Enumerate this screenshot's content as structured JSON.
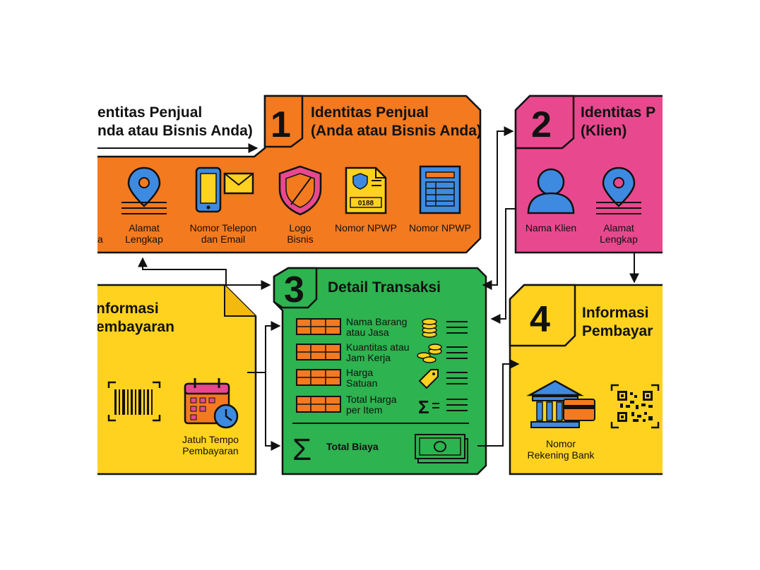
{
  "colors": {
    "orange": "#F47A1F",
    "pink": "#E8488E",
    "green": "#2DB34F",
    "yellow": "#FFD21F",
    "outline": "#111111",
    "icon_blue": "#3E8AE0"
  },
  "top_left_partial": {
    "line1": "entitas Penjual",
    "line2": "nda atau Bisnis Anda)"
  },
  "section1": {
    "number": "1",
    "title_line1": "Identitas Penjual",
    "title_line2": "(Anda atau Bisnis Anda)",
    "items": [
      {
        "icon": "map-pin-icon",
        "line1": "a",
        "line2": ""
      },
      {
        "icon": "map-pin-icon",
        "line1": "Alamat",
        "line2": "Lengkap"
      },
      {
        "icon": "phone-mail-icon",
        "line1": "Nomor Telepon",
        "line2": "dan Email"
      },
      {
        "icon": "shield-logo-icon",
        "line1": "Logo",
        "line2": "Bisnis"
      },
      {
        "icon": "tax-document-icon",
        "line1": "Nomor NPWP",
        "line2": ""
      },
      {
        "icon": "form-document-icon",
        "line1": "Nomor NPWP",
        "line2": ""
      }
    ]
  },
  "section2": {
    "number": "2",
    "title_line1": "Identitas P",
    "title_line2": "(Klien)",
    "items": [
      {
        "icon": "person-icon",
        "line1": "Nama Klien",
        "line2": ""
      },
      {
        "icon": "map-pin-icon",
        "line1": "Alamat",
        "line2": "Lengkap"
      }
    ]
  },
  "section3": {
    "number": "3",
    "title": "Detail Transaksi",
    "rows": [
      {
        "line1": "Nama Barang",
        "line2": "atau Jasa",
        "icon": "coin-stack-icon"
      },
      {
        "line1": "Kuantitas atau",
        "line2": "Jam Kerja",
        "icon": "coins-icon"
      },
      {
        "line1": "Harga",
        "line2": "Satuan",
        "icon": "price-tag-icon"
      },
      {
        "line1": "Total Harga",
        "line2": "per Item",
        "icon": "sum-equals-icon"
      }
    ],
    "total_label": "Total Biaya"
  },
  "section4": {
    "number": "4",
    "title_line1": "Informasi",
    "title_line2": "Pembayar",
    "items": [
      {
        "icon": "bank-card-icon",
        "line1": "Nomor",
        "line2": "Rekening Bank"
      },
      {
        "icon": "qr-code-icon",
        "line1": "",
        "line2": ""
      }
    ]
  },
  "left_partial": {
    "title_line1": "nformasi",
    "title_line2": "embayaran",
    "items": [
      {
        "icon": "barcode-icon",
        "line1": "",
        "line2": ""
      },
      {
        "icon": "calendar-clock-icon",
        "line1": "Jatuh Tempo",
        "line2": "Pembayaran"
      }
    ]
  }
}
